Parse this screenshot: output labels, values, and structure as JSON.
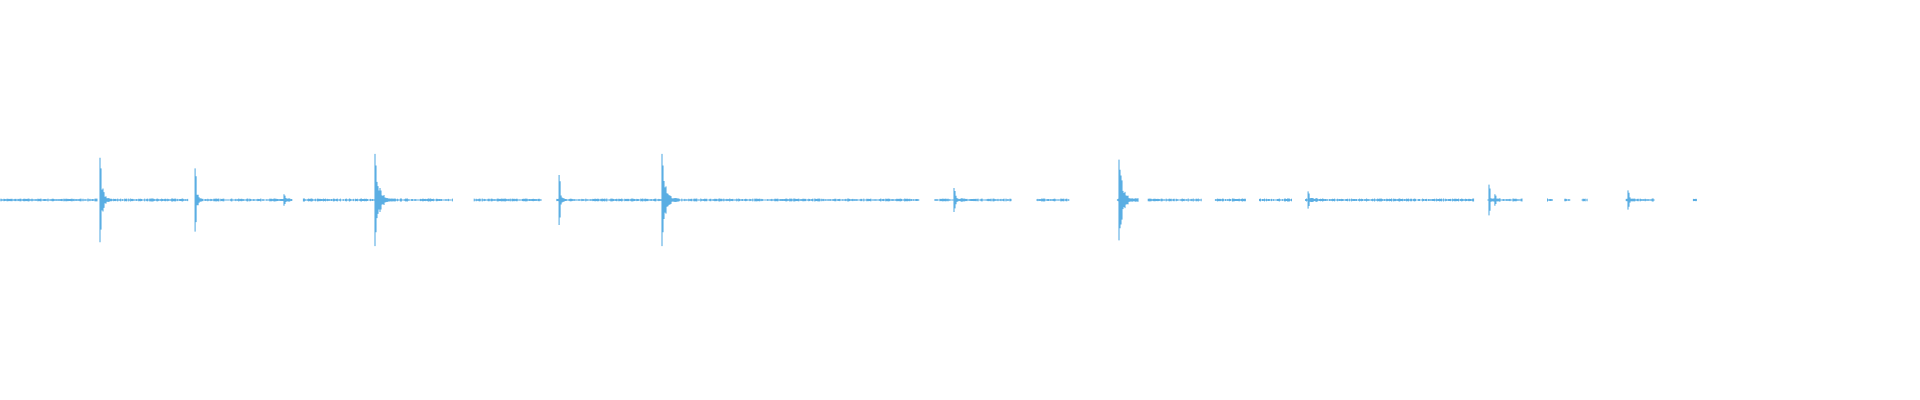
{
  "waveform": {
    "color": "#5aaee3",
    "background": "#ffffff",
    "visible_extent_fraction": 0.706,
    "transients": [
      {
        "position": 0.0521,
        "amplitude": 0.88,
        "decay": 0.006
      },
      {
        "position": 0.1016,
        "amplitude": 0.66,
        "decay": 0.004
      },
      {
        "position": 0.1479,
        "amplitude": 0.12,
        "decay": 0.003
      },
      {
        "position": 0.1953,
        "amplitude": 0.96,
        "decay": 0.01
      },
      {
        "position": 0.2912,
        "amplitude": 0.52,
        "decay": 0.004
      },
      {
        "position": 0.3448,
        "amplitude": 0.96,
        "decay": 0.009
      },
      {
        "position": 0.4969,
        "amplitude": 0.25,
        "decay": 0.005
      },
      {
        "position": 0.5828,
        "amplitude": 0.84,
        "decay": 0.01
      },
      {
        "position": 0.6813,
        "amplitude": 0.18,
        "decay": 0.005
      },
      {
        "position": 0.7755,
        "amplitude": 0.32,
        "decay": 0.003
      },
      {
        "position": 0.7786,
        "amplitude": 0.12,
        "decay": 0.003
      },
      {
        "position": 0.8479,
        "amplitude": 0.2,
        "decay": 0.004
      }
    ],
    "segments": [
      [
        0.0,
        0.051
      ],
      [
        0.054,
        0.098
      ],
      [
        0.103,
        0.152
      ],
      [
        0.158,
        0.236
      ],
      [
        0.247,
        0.282
      ],
      [
        0.29,
        0.479
      ],
      [
        0.487,
        0.527
      ],
      [
        0.54,
        0.557
      ],
      [
        0.582,
        0.592
      ],
      [
        0.598,
        0.626
      ],
      [
        0.633,
        0.649
      ],
      [
        0.656,
        0.673
      ],
      [
        0.68,
        0.768
      ],
      [
        0.775,
        0.793
      ],
      [
        0.806,
        0.809
      ],
      [
        0.815,
        0.818
      ],
      [
        0.824,
        0.827
      ],
      [
        0.847,
        0.862
      ],
      [
        0.882,
        0.884
      ]
    ]
  }
}
